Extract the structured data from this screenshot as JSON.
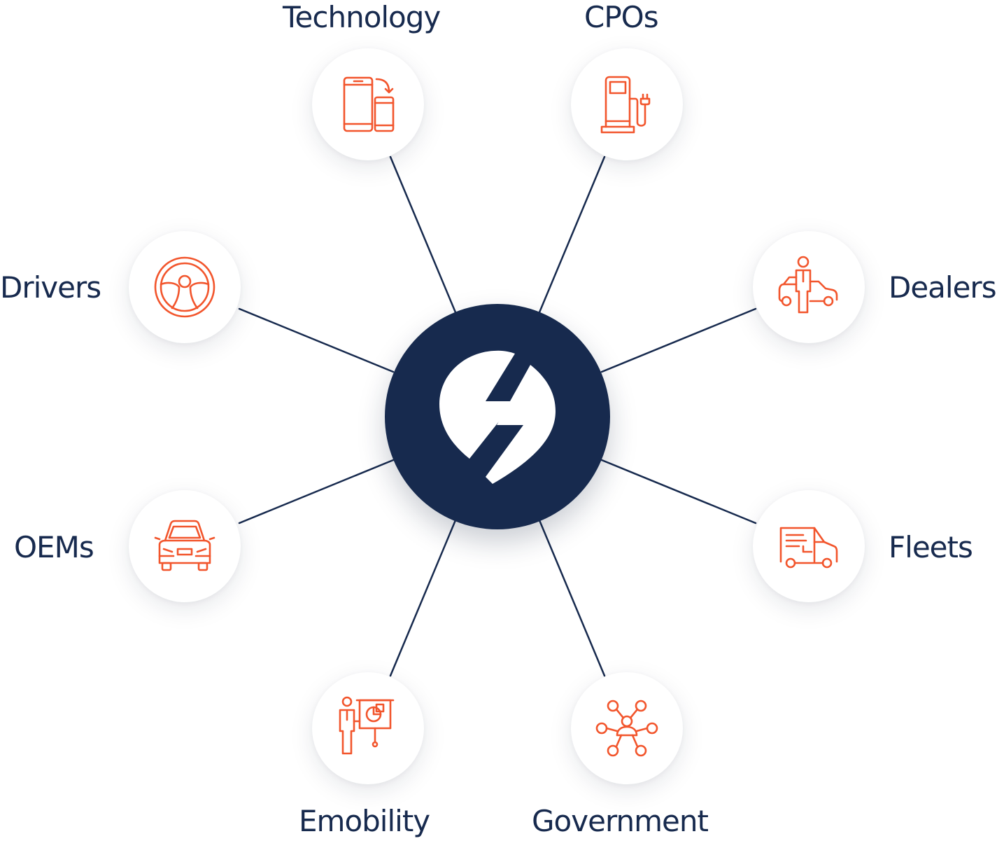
{
  "hub": {
    "logo_icon": "lightning-pin-logo",
    "color": "#172a4e"
  },
  "accent_color": "#f2552c",
  "line_color": "#172a4e",
  "nodes": [
    {
      "key": "technology",
      "label": "Technology",
      "icon": "phone-transfer-icon"
    },
    {
      "key": "cpos",
      "label": "CPOs",
      "icon": "charging-station-icon"
    },
    {
      "key": "dealers",
      "label": "Dealers",
      "icon": "person-with-car-icon"
    },
    {
      "key": "fleets",
      "label": "Fleets",
      "icon": "delivery-van-icon"
    },
    {
      "key": "government",
      "label": "Government",
      "icon": "network-people-icon"
    },
    {
      "key": "emobility",
      "label": "Emobility",
      "icon": "presentation-icon"
    },
    {
      "key": "oems",
      "label": "OEMs",
      "icon": "car-front-icon"
    },
    {
      "key": "drivers",
      "label": "Drivers",
      "icon": "steering-wheel-icon"
    }
  ]
}
